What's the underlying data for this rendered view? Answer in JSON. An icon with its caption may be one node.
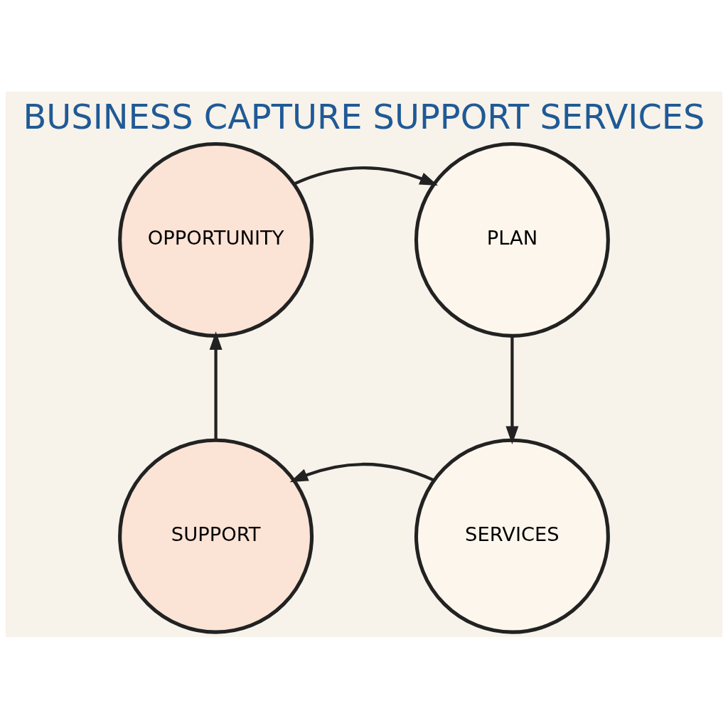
{
  "diagram": {
    "title": "BUSINESS CAPTURE SUPPORT SERVICES",
    "nodes": [
      {
        "text": [
          "OPPORTUNITY"
        ]
      },
      {
        "text": [
          "PLAN"
        ]
      },
      {
        "text": [
          "SERVICES"
        ]
      },
      {
        "text": [
          "SUPPORT"
        ]
      }
    ],
    "edges": [
      {
        "from": 0,
        "to": 1,
        "arrow": "to"
      },
      {
        "from": 1,
        "to": 2,
        "arrow": "to"
      },
      {
        "from": 2,
        "to": 3,
        "arrow": "to"
      },
      {
        "from": 3,
        "to": 0,
        "arrow": "to"
      }
    ]
  }
}
